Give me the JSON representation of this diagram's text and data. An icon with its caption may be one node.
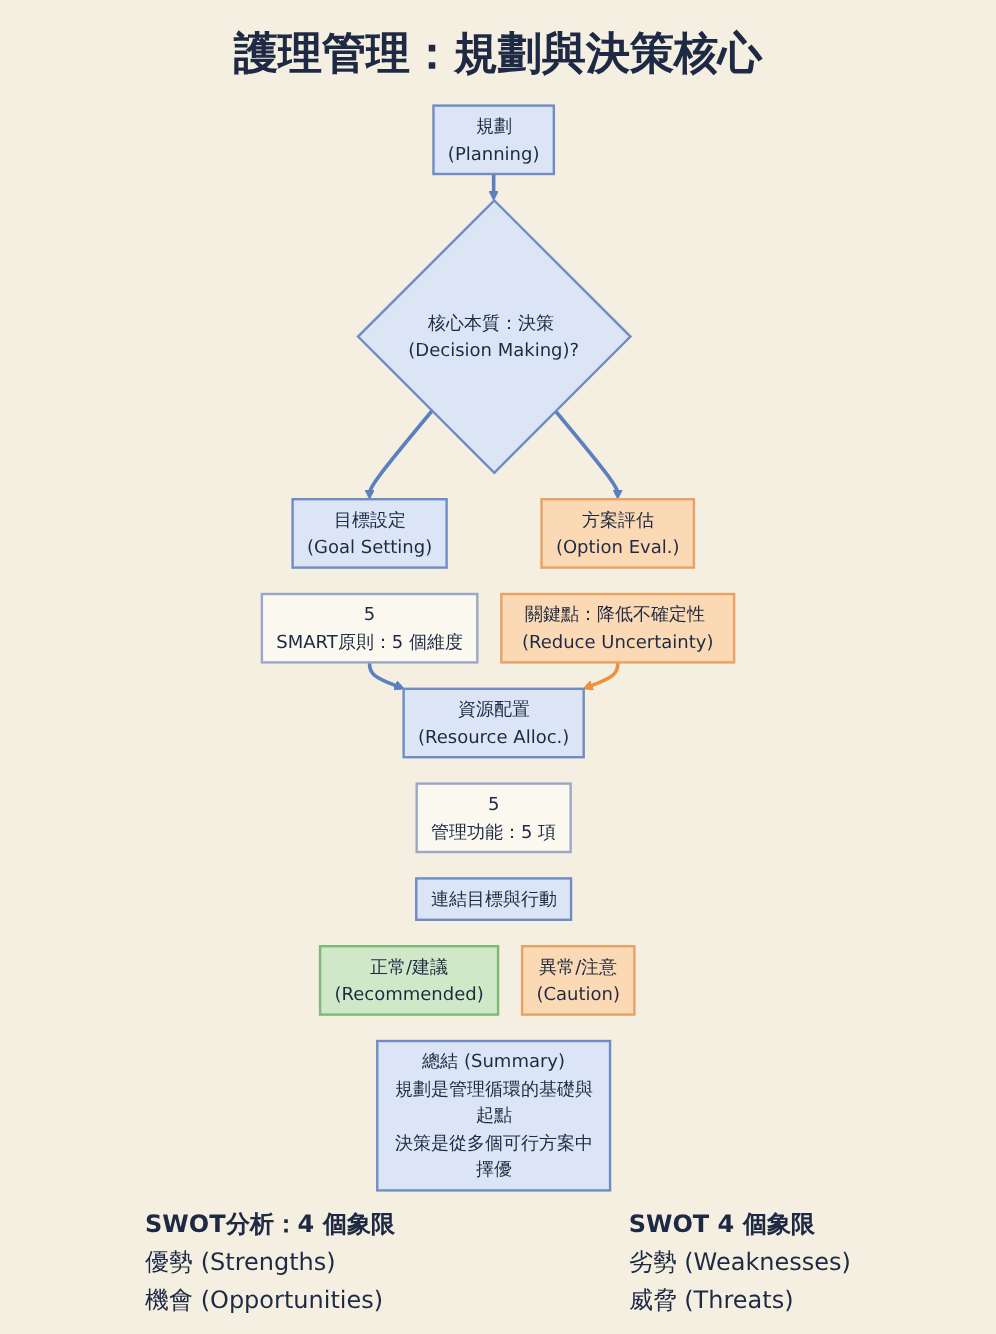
{
  "diagram": {
    "title": "護理管理：規劃與決策核心",
    "nodes": [
      {
        "text": [
          "規劃",
          "(Planning)"
        ]
      },
      {
        "text": [
          "核心本質：決策 (Decision Making)?"
        ]
      },
      {
        "text": [
          "目標設定",
          "(Goal Setting)"
        ]
      },
      {
        "text": [
          "5",
          "SMART原則：5 個維度"
        ]
      },
      {
        "text": [
          "方案評估",
          "(Option Eval.)"
        ]
      },
      {
        "text": [
          "關鍵點：降低不確定性 (Reduce Uncertainty)"
        ]
      },
      {
        "text": [
          "資源配置",
          "(Resource Alloc.)"
        ]
      },
      {
        "text": [
          "5",
          "管理功能：5 項"
        ]
      },
      {
        "text": [
          "連結目標與行動"
        ]
      },
      {
        "text": [
          "正常/建議",
          "(Recommended)"
        ]
      },
      {
        "text": [
          "異常/注意",
          "(Caution)"
        ]
      },
      {
        "text": [
          "總結 (Summary)",
          "規劃是管理循環的基礎與起點",
          "決策是從多個可行方案中擇優"
        ]
      }
    ],
    "edges": [
      {
        "from": 0,
        "to": 1,
        "arrow": "to"
      },
      {
        "from": 1,
        "to": 2,
        "arrow": "to"
      },
      {
        "from": 1,
        "to": 4,
        "arrow": "to"
      },
      {
        "from": 3,
        "to": 6,
        "arrow": "to"
      },
      {
        "from": 5,
        "to": 6,
        "arrow": "to",
        "color": "#f0903c"
      }
    ],
    "labels": [
      "SWOT分析：4 個象限",
      "優勢 (Strengths)",
      "機會 (Opportunities)",
      "SWOT 4 個象限",
      "劣勢 (Weaknesses)",
      "威脅 (Threats)"
    ]
  }
}
